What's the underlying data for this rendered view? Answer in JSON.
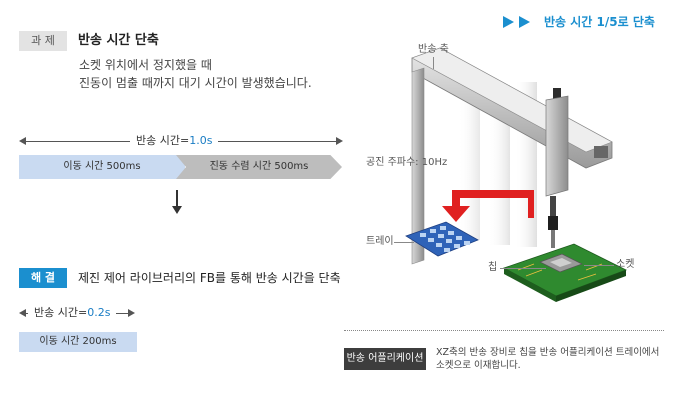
{
  "task": {
    "badge": "과 제",
    "title": "반송 시간 단축",
    "desc_line1": "소켓 위치에서 정지했을 때",
    "desc_line2": "진동이 멈출 때까지 대기 시간이 발생했습니다."
  },
  "before": {
    "total_prefix": "반송 시간=",
    "total_value": "1.0s",
    "move_label": "이동 시간  500ms",
    "settle_label": "진동 수렴 시간  500ms"
  },
  "solution": {
    "badge": "해 결",
    "text": "제진 제어 라이브러리의 FB를 통해 반송 시간을 단축"
  },
  "after": {
    "total_prefix": "반송 시간=",
    "total_value": "0.2s",
    "move_label": "이동 시간  200ms"
  },
  "right": {
    "headline": "반송 시간 1/5로 단축",
    "label_axis": "반송 축",
    "label_freq": "공진 주파수: 10Hz",
    "label_tray": "트레이",
    "label_chip": "칩",
    "label_socket": "소켓"
  },
  "application": {
    "badge": "반송 어플리케이션",
    "desc_line1": "XZ축의 반송 장비로 칩을 반송 어플리케이션 트레이에서",
    "desc_line2": "소켓으로 이재합니다."
  },
  "colors": {
    "accent_blue": "#1b8fcf",
    "value_blue": "#1a7dc4",
    "move_bar": "#c9daf1",
    "settle_bar": "#bdbdbd",
    "arrow_red": "#e02020",
    "pcb_green": "#2f8a2f"
  }
}
